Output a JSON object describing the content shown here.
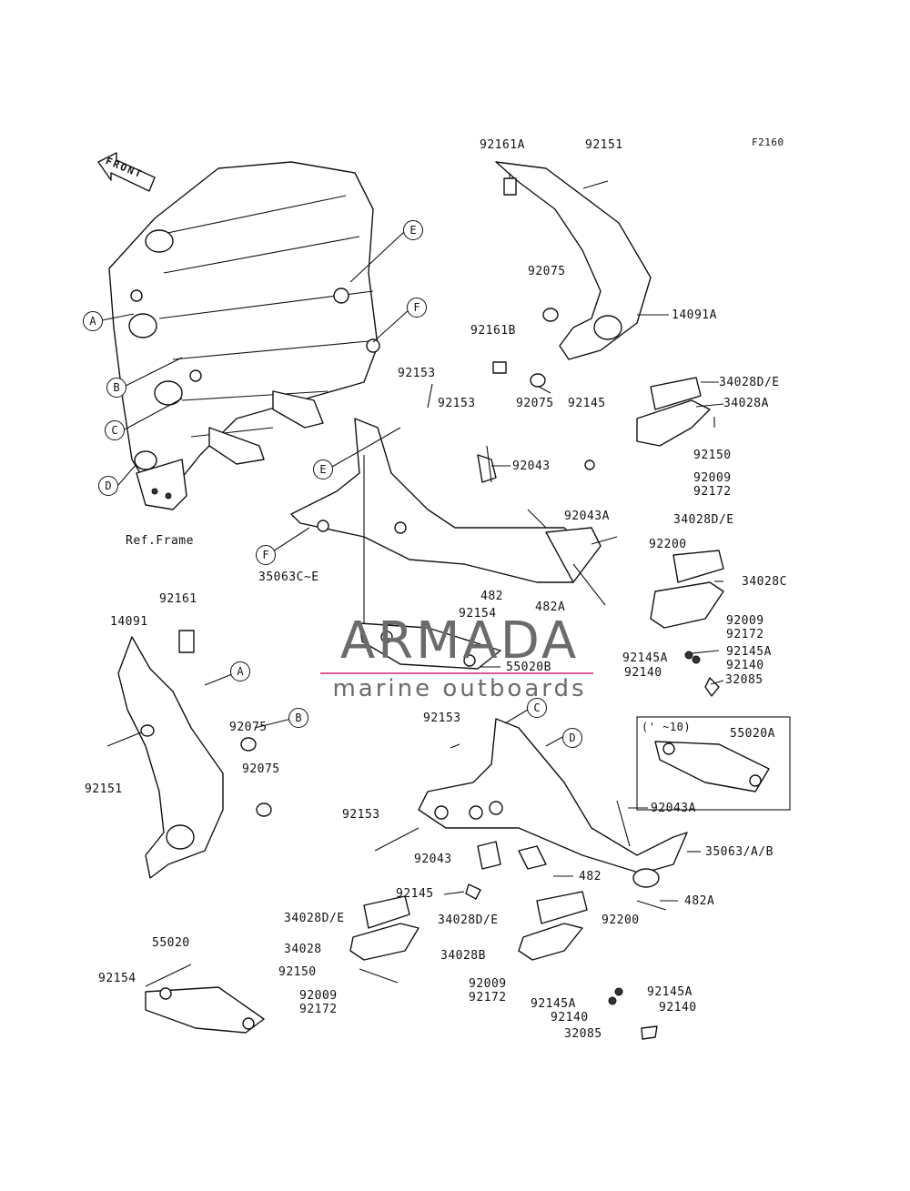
{
  "diagram_id": "F2160",
  "front_label": "FRONT",
  "ref_frame": "Ref.Frame",
  "watermark": {
    "title": "ARMADA",
    "subtitle": "marine outboards",
    "accent_color": "#e05a9a"
  },
  "callouts": {
    "a1": "A",
    "b1": "B",
    "c1": "C",
    "d1": "D",
    "e1": "E",
    "f1": "F",
    "e2": "E",
    "f2": "F",
    "a2": "A",
    "b2": "B",
    "c2": "C",
    "d2": "D"
  },
  "parts": {
    "p92161A": "92161A",
    "p92151a": "92151",
    "p92075a": "92075",
    "p92161B": "92161B",
    "p14091A": "14091A",
    "p92153a": "92153",
    "p92153b": "92153",
    "p92075b": "92075",
    "p92145a": "92145",
    "p34028DEa": "34028D/E",
    "p34028A": "34028A",
    "p92150a": "92150",
    "p92043a": "92043",
    "p92009a": "92009",
    "p92172a": "92172",
    "p92043Aa": "92043A",
    "p34028DEb": "34028D/E",
    "p92200a": "92200",
    "p34028C": "34028C",
    "p35063CE": "35063C~E",
    "p482a": "482",
    "p482Aa": "482A",
    "p92154a": "92154",
    "p92009b": "92009",
    "p92172b": "92172",
    "p92145Aa": "92145A",
    "p92145Ab": "92145A",
    "p92140a": "92140",
    "p92140b": "92140",
    "p32085a": "32085",
    "p55020B": "55020B",
    "p92161": "92161",
    "p14091": "14091",
    "p92075c": "92075",
    "p92075d": "92075",
    "p92151b": "92151",
    "p92153c": "92153",
    "p92153d": "92153",
    "p92043b": "92043",
    "p92043Ab": "92043A",
    "p35063AB": "35063/A/B",
    "p482b": "482",
    "p482Ab": "482A",
    "p92145b": "92145",
    "p34028DEc": "34028D/E",
    "p34028DEd": "34028D/E",
    "p92200b": "92200",
    "p34028": "34028",
    "p34028B": "34028B",
    "p92150b": "92150",
    "p92009c": "92009",
    "p92172c": "92172",
    "p92009d": "92009",
    "p92172d": "92172",
    "p92145Ac": "92145A",
    "p92145Ad": "92145A",
    "p92140c": "92140",
    "p92140d": "92140",
    "p32085b": "32085",
    "p55020": "55020",
    "p92154b": "92154",
    "p55020A": "55020A",
    "inset_note": "(' ~10)"
  }
}
